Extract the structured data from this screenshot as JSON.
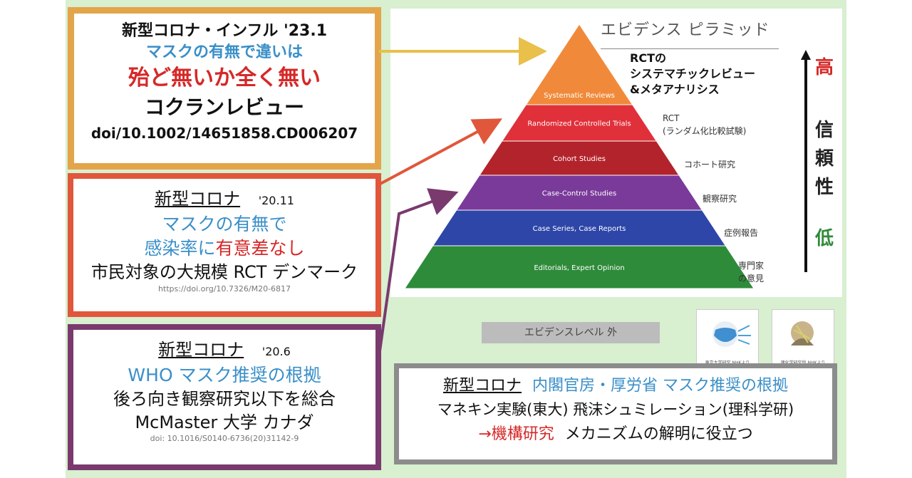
{
  "box1": {
    "line1": "新型コロナ・インフル '23.1",
    "line2": "マスクの有無で違いは",
    "line3": "殆ど無いか全く無い",
    "line4": "コクランレビュー",
    "line5": "doi/10.1002/14651858.CD006207"
  },
  "box2": {
    "line1a": "新型コロナ",
    "line1b": "'20.11",
    "line2": "マスクの有無で",
    "line3a": "感染率に",
    "line3b": "有意差なし",
    "line4": "市民対象の大規模 RCT デンマーク",
    "line5": "https://doi.org/10.7326/M20-6817"
  },
  "box3": {
    "line1a": "新型コロナ",
    "line1b": "'20.6",
    "line2": "WHO マスク推奨の根拠",
    "line3": "後ろ向き観察研究以下を総合",
    "line4": "McMaster 大学 カナダ",
    "line5": "doi: 10.1016/S0140-6736(20)31142-9"
  },
  "box4": {
    "line1a": "新型コロナ",
    "line1b": "内閣官房・厚労省 マスク推奨の根拠",
    "line2": "マネキン実験(東大) 飛沫シュミレーション(理科学研)",
    "line3a": "→機構研究",
    "line3b": "メカニズムの解明に役立つ",
    "tag": "エビデンスレベル 外",
    "icon1_caption": "東京大学研究 NHKより",
    "icon2_caption": "理化学研究所 NHKより"
  },
  "pyramid": {
    "title": "エビデンス ピラミッド",
    "top_label_1": "RCTの",
    "top_label_2": "システマチックレビュー",
    "top_label_3": "&メタアナリシス",
    "levels": [
      {
        "en": "Systematic Reviews",
        "jp": "",
        "color": "#f08a3a"
      },
      {
        "en": "Randomized Controlled Trials",
        "jp": "RCT",
        "jp2": "(ランダム化比較試験)",
        "color": "#e0303a"
      },
      {
        "en": "Cohort Studies",
        "jp": "コホート研究",
        "color": "#b3232b"
      },
      {
        "en": "Case-Control Studies",
        "jp": "観察研究",
        "color": "#7a3a9a"
      },
      {
        "en": "Case Series, Case Reports",
        "jp": "症例報告",
        "color": "#2d46a8"
      },
      {
        "en": "Editorials, Expert Opinion",
        "jp": "専門家",
        "jp2": "の意見",
        "color": "#2e8b3a"
      }
    ],
    "side_high": "高",
    "side_word_1": "信",
    "side_word_2": "頼",
    "side_word_3": "性",
    "side_low": "低"
  }
}
